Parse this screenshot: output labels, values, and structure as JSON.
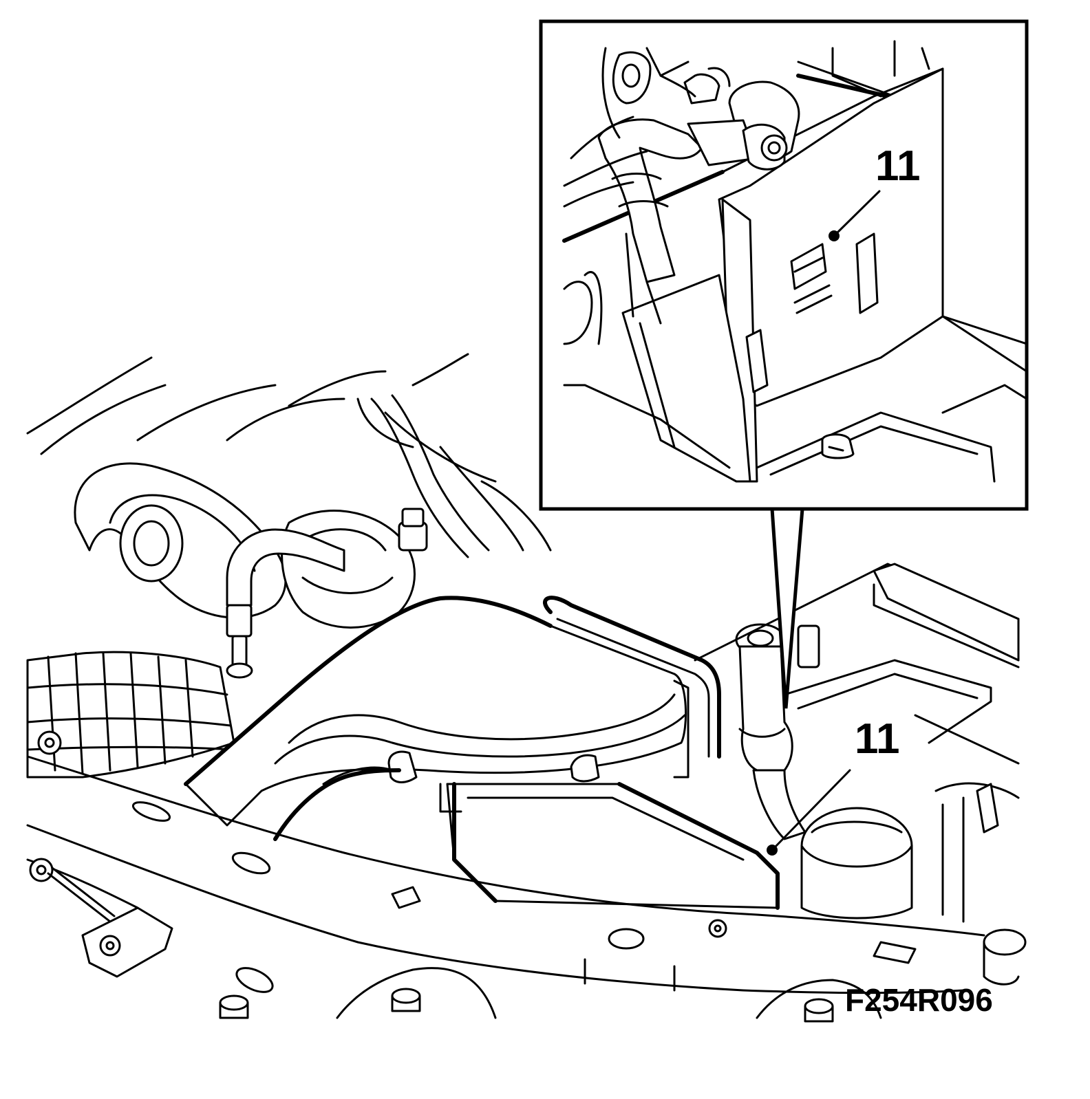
{
  "figure": {
    "code": "F254R096",
    "callouts": [
      {
        "id": "inset",
        "label": "11"
      },
      {
        "id": "main",
        "label": "11"
      }
    ]
  }
}
